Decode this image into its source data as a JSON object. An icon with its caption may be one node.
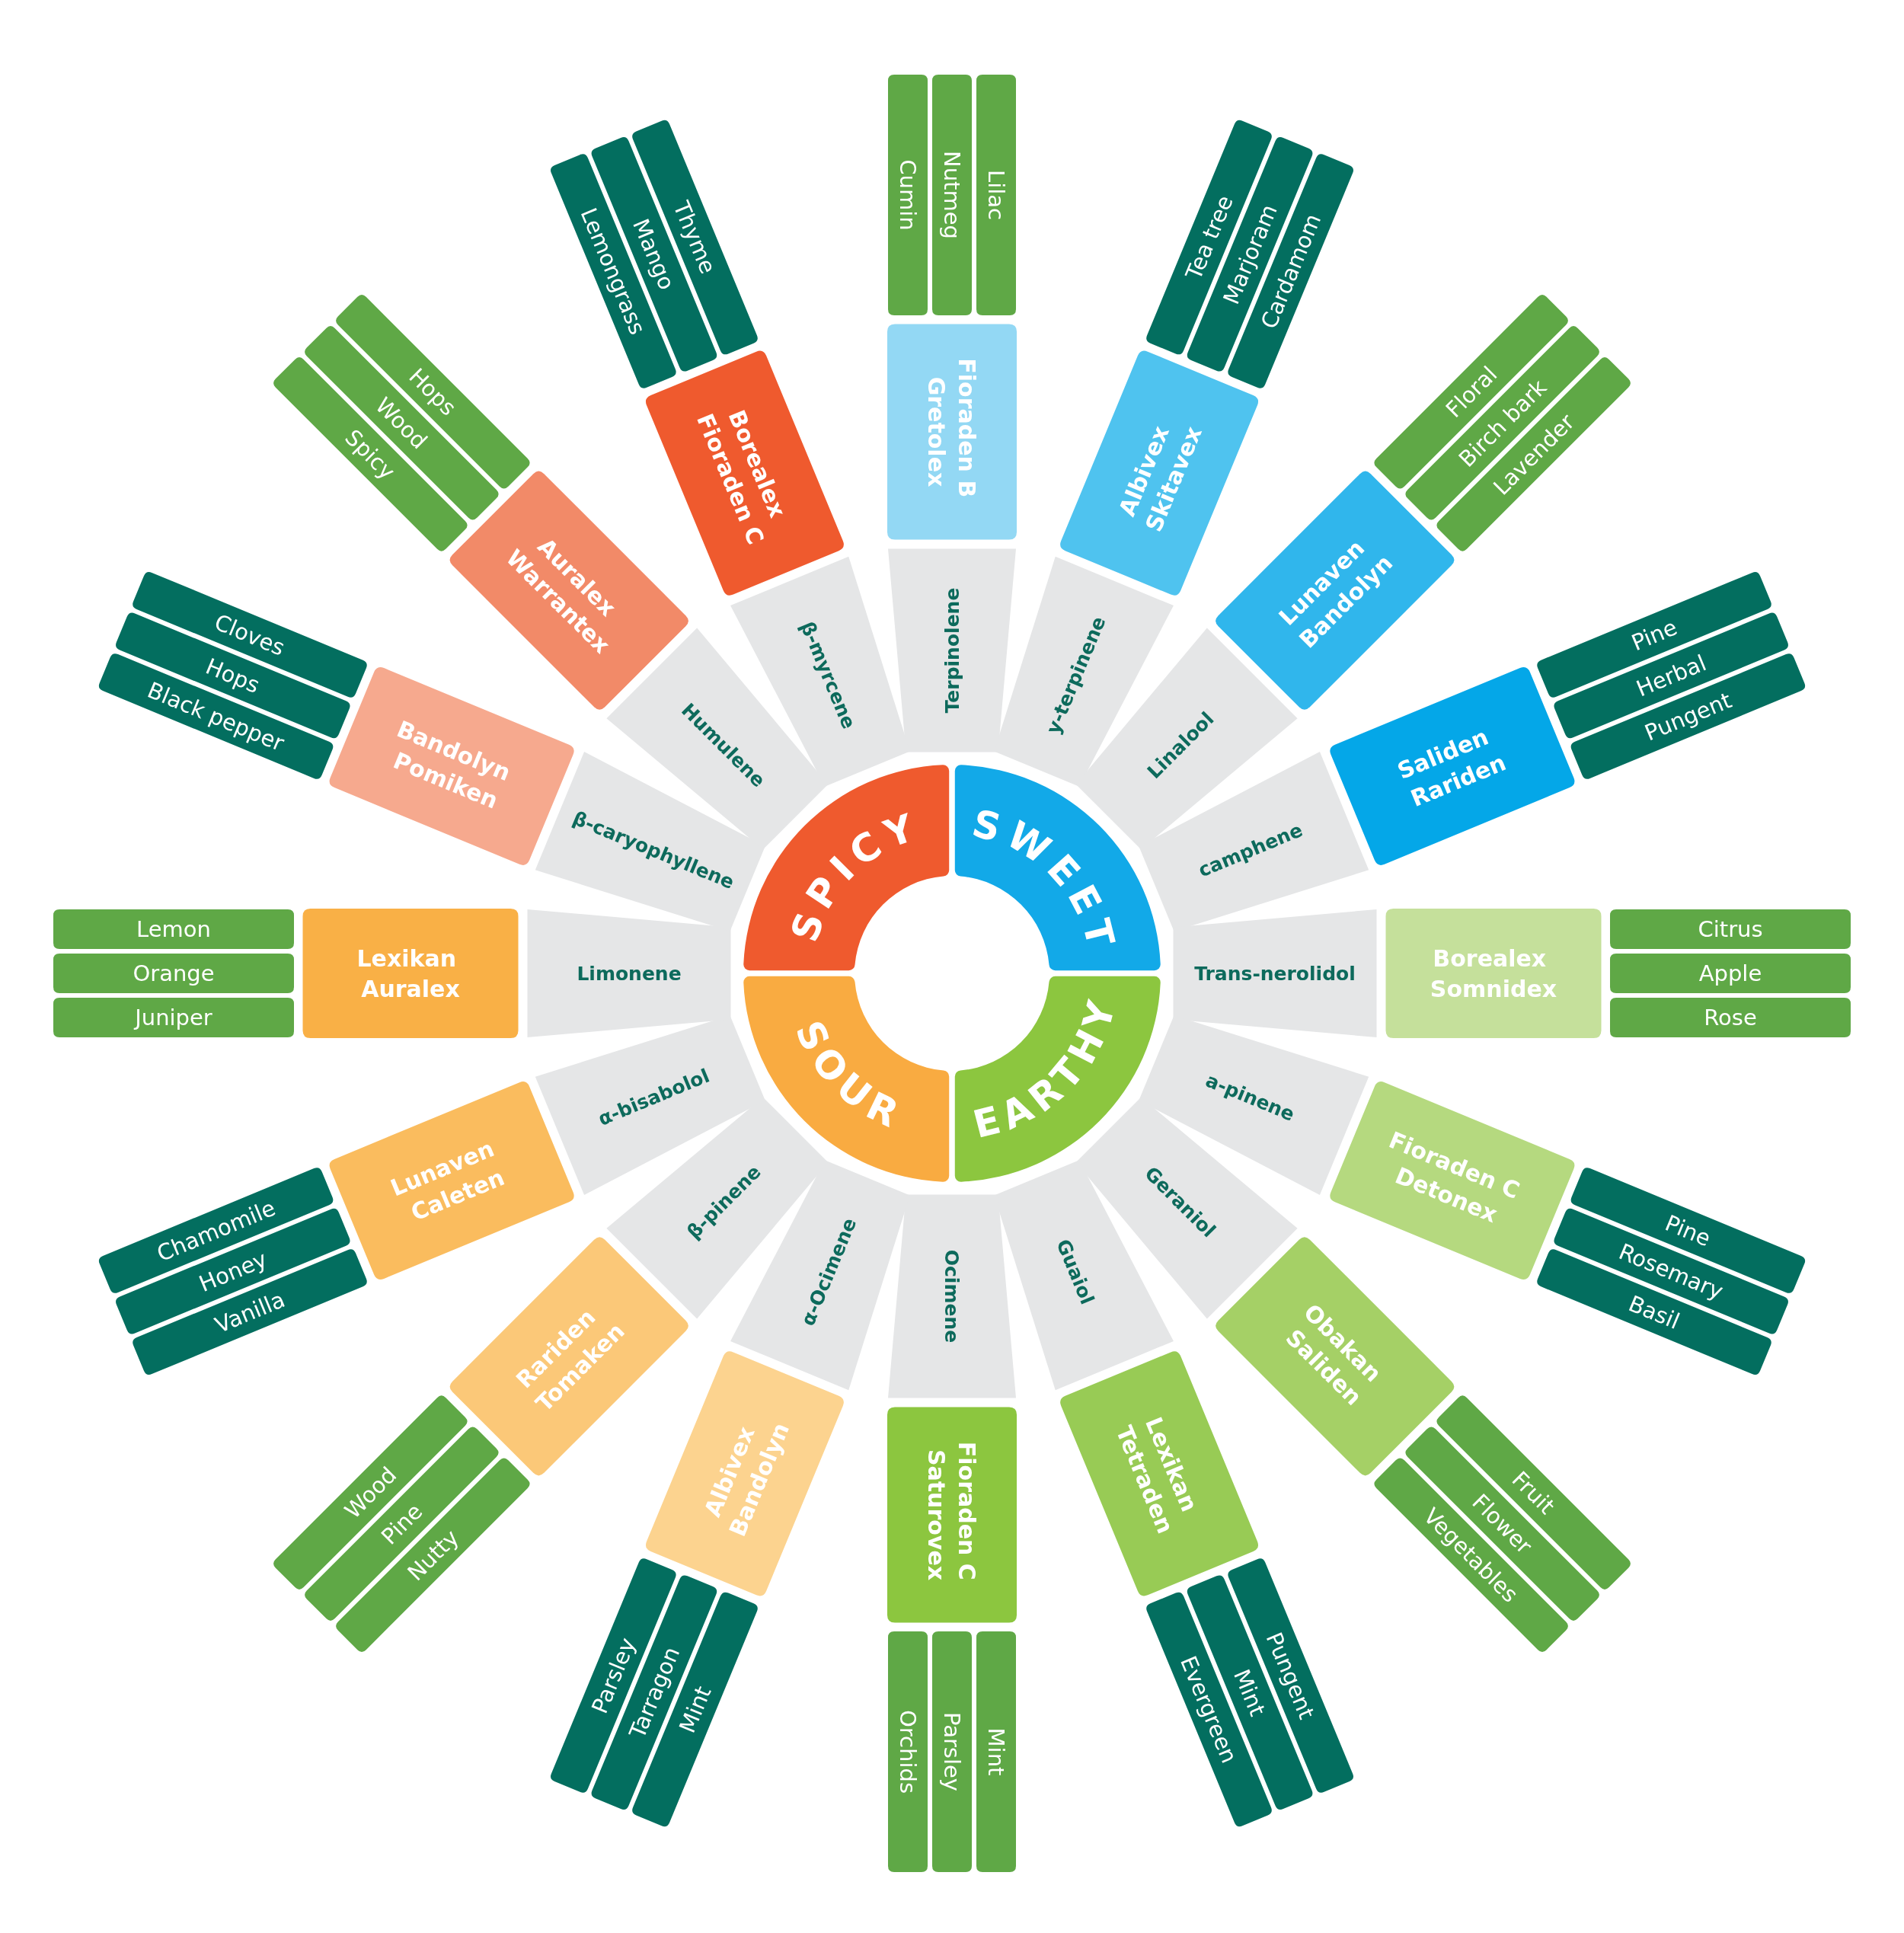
{
  "diagram": {
    "nodes": [
      {
        "text": [
          "SPICY"
        ]
      },
      {
        "text": [
          "SWEET"
        ]
      },
      {
        "text": [
          "SOUR"
        ]
      },
      {
        "text": [
          "EARTHY"
        ]
      },
      {
        "text": [
          "Terpinolene"
        ]
      },
      {
        "text": [
          "Fioraden B Gretolex"
        ]
      },
      {
        "text": [
          "Lilac"
        ]
      },
      {
        "text": [
          "Nutmeg"
        ]
      },
      {
        "text": [
          "Cumin"
        ]
      },
      {
        "text": [
          "y-terpinene"
        ]
      },
      {
        "text": [
          "Albivex Skitavex"
        ]
      },
      {
        "text": [
          "Tea tree"
        ]
      },
      {
        "text": [
          "Marjoram"
        ]
      },
      {
        "text": [
          "Cardamom"
        ]
      },
      {
        "text": [
          "Linalool"
        ]
      },
      {
        "text": [
          "Lunaven Bandolyn"
        ]
      },
      {
        "text": [
          "Floral"
        ]
      },
      {
        "text": [
          "Birch bark"
        ]
      },
      {
        "text": [
          "Lavender"
        ]
      },
      {
        "text": [
          "camphene"
        ]
      },
      {
        "text": [
          "Saliden Rariden"
        ]
      },
      {
        "text": [
          "Pine"
        ]
      },
      {
        "text": [
          "Herbal"
        ]
      },
      {
        "text": [
          "Pungent"
        ]
      },
      {
        "text": [
          "Trans-nerolidol"
        ]
      },
      {
        "text": [
          "Borealex Somnidex"
        ]
      },
      {
        "text": [
          "Citrus"
        ]
      },
      {
        "text": [
          "Apple"
        ]
      },
      {
        "text": [
          "Rose"
        ]
      },
      {
        "text": [
          "a-pinene"
        ]
      },
      {
        "text": [
          "Fioraden C Detonex"
        ]
      },
      {
        "text": [
          "Pine"
        ]
      },
      {
        "text": [
          "Rosemary"
        ]
      },
      {
        "text": [
          "Basil"
        ]
      },
      {
        "text": [
          "Geraniol"
        ]
      },
      {
        "text": [
          "Obakan Saliden"
        ]
      },
      {
        "text": [
          "Fruit"
        ]
      },
      {
        "text": [
          "Flower"
        ]
      },
      {
        "text": [
          "Vegetables"
        ]
      },
      {
        "text": [
          "Guaiol"
        ]
      },
      {
        "text": [
          "Lexikan Tetraden"
        ]
      },
      {
        "text": [
          "Pungent"
        ]
      },
      {
        "text": [
          "Mint"
        ]
      },
      {
        "text": [
          "Evergreen"
        ]
      },
      {
        "text": [
          "Ocimene"
        ]
      },
      {
        "text": [
          "Fioraden C Saturovex"
        ]
      },
      {
        "text": [
          "Mint"
        ]
      },
      {
        "text": [
          "Parsley"
        ]
      },
      {
        "text": [
          "Orchids"
        ]
      },
      {
        "text": [
          "α-Ocimene"
        ]
      },
      {
        "text": [
          "Albivex Bandolyn"
        ]
      },
      {
        "text": [
          "Parsley"
        ]
      },
      {
        "text": [
          "Tarragon"
        ]
      },
      {
        "text": [
          "Mint"
        ]
      },
      {
        "text": [
          "β-pinene"
        ]
      },
      {
        "text": [
          "Rariden Tomaken"
        ]
      },
      {
        "text": [
          "Wood"
        ]
      },
      {
        "text": [
          "Pine"
        ]
      },
      {
        "text": [
          "Nutty"
        ]
      },
      {
        "text": [
          "α-bisabolol"
        ]
      },
      {
        "text": [
          "Lunaven Caleten"
        ]
      },
      {
        "text": [
          "Chamomile"
        ]
      },
      {
        "text": [
          "Honey"
        ]
      },
      {
        "text": [
          "Vanilla"
        ]
      },
      {
        "text": [
          "Limonene"
        ]
      },
      {
        "text": [
          "Lexikan Auralex"
        ]
      },
      {
        "text": [
          "Lemon"
        ]
      },
      {
        "text": [
          "Orange"
        ]
      },
      {
        "text": [
          "Juniper"
        ]
      },
      {
        "text": [
          "β-caryophyllene"
        ]
      },
      {
        "text": [
          "Bandolyn Pomiken"
        ]
      },
      {
        "text": [
          "Cloves"
        ]
      },
      {
        "text": [
          "Hops"
        ]
      },
      {
        "text": [
          "Black pepper"
        ]
      },
      {
        "text": [
          "Humulene"
        ]
      },
      {
        "text": [
          "Auralex Warrantex"
        ]
      },
      {
        "text": [
          "Hops"
        ]
      },
      {
        "text": [
          "Wood"
        ]
      },
      {
        "text": [
          "Spicy"
        ]
      },
      {
        "text": [
          "β-myrcene"
        ]
      },
      {
        "text": [
          "Borealex Fioraden C"
        ]
      },
      {
        "text": [
          "Thyme"
        ]
      },
      {
        "text": [
          "Mango"
        ]
      },
      {
        "text": [
          "Lemongrass"
        ]
      }
    ]
  }
}
